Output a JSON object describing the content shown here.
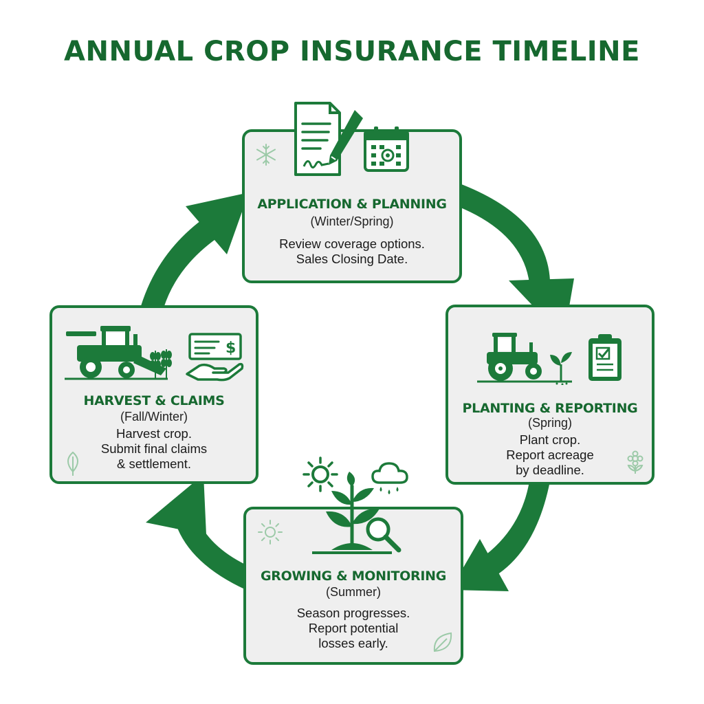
{
  "title": "ANNUAL CROP INSURANCE TIMELINE",
  "colors": {
    "primary": "#1c7a3a",
    "card_bg": "#efefef",
    "title": "#16682f",
    "watermark": "#9ccaa8"
  },
  "stages": [
    {
      "name": "APPLICATION & PLANNING",
      "season": "(Winter/Spring)",
      "lines": [
        "Review coverage options.",
        "Sales Closing Date."
      ],
      "icons": [
        "signed-document-icon",
        "pen-icon",
        "calendar-icon"
      ],
      "watermark": "snowflake-icon"
    },
    {
      "name": "PLANTING & REPORTING",
      "season": "(Spring)",
      "lines": [
        "Plant crop.",
        "Report acreage",
        "by deadline."
      ],
      "icons": [
        "tractor-icon",
        "seedling-icon",
        "clipboard-check-icon"
      ],
      "watermark": "flower-icon"
    },
    {
      "name": "GROWING & MONITORING",
      "season": "(Summer)",
      "lines": [
        "Season progresses.",
        "Report potential",
        "losses early."
      ],
      "icons": [
        "sun-icon",
        "rain-cloud-icon",
        "growing-plant-icon",
        "magnifier-icon"
      ],
      "watermark": "sun-outline-icon"
    },
    {
      "name": "HARVEST & CLAIMS",
      "season": "(Fall/Winter)",
      "lines": [
        "Harvest crop.",
        "Submit final claims",
        "& settlement."
      ],
      "icons": [
        "combine-harvester-icon",
        "wheat-icon",
        "check-payment-icon",
        "hand-icon"
      ],
      "watermark": "leaf-icon"
    }
  ]
}
